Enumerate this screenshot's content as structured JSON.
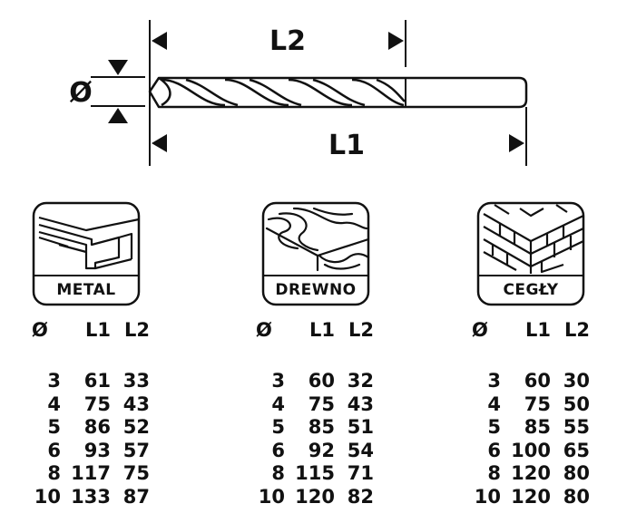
{
  "drill": {
    "diameter_symbol": "Ø",
    "length_label_short": "L2",
    "length_label_total": "L1"
  },
  "materials": [
    {
      "name": "METAL",
      "icon": "steel-i-beam-icon",
      "headers": [
        "Ø",
        "L1",
        "L2"
      ],
      "rows": [
        [
          "3",
          "61",
          "33"
        ],
        [
          "4",
          "75",
          "43"
        ],
        [
          "5",
          "86",
          "52"
        ],
        [
          "6",
          "93",
          "57"
        ],
        [
          "8",
          "117",
          "75"
        ],
        [
          "10",
          "133",
          "87"
        ]
      ]
    },
    {
      "name": "DREWNO",
      "icon": "wood-plank-icon",
      "headers": [
        "Ø",
        "L1",
        "L2"
      ],
      "rows": [
        [
          "3",
          "60",
          "32"
        ],
        [
          "4",
          "75",
          "43"
        ],
        [
          "5",
          "85",
          "51"
        ],
        [
          "6",
          "92",
          "54"
        ],
        [
          "8",
          "115",
          "71"
        ],
        [
          "10",
          "120",
          "82"
        ]
      ]
    },
    {
      "name": "CEGŁY",
      "icon": "brick-wall-icon",
      "headers": [
        "Ø",
        "L1",
        "L2"
      ],
      "rows": [
        [
          "3",
          "60",
          "30"
        ],
        [
          "4",
          "75",
          "50"
        ],
        [
          "5",
          "85",
          "55"
        ],
        [
          "6",
          "100",
          "65"
        ],
        [
          "8",
          "120",
          "80"
        ],
        [
          "10",
          "120",
          "80"
        ]
      ]
    }
  ]
}
